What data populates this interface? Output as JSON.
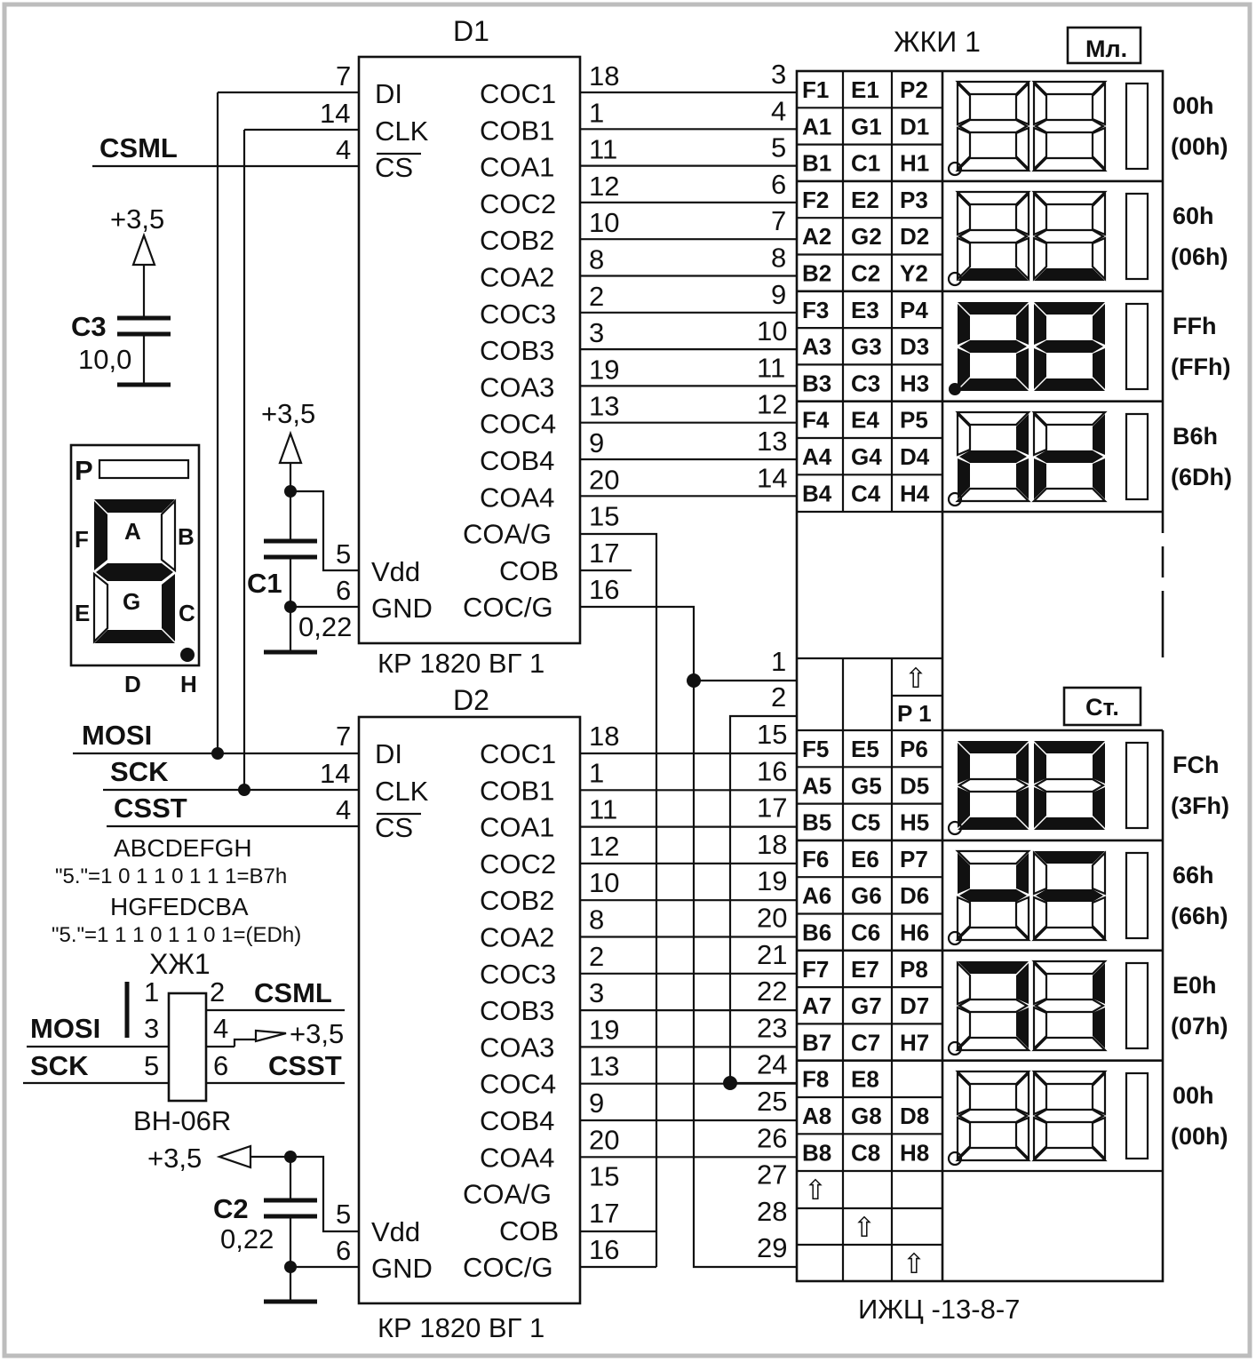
{
  "colors": {
    "ink": "#111111",
    "background": "#ffffff",
    "frame": "#bdbdbd"
  },
  "chips": [
    {
      "ref": "D1",
      "part": "КР 1820 ВГ 1",
      "left_pins": [
        {
          "num": "7",
          "name": "DI"
        },
        {
          "num": "14",
          "name": "CLK"
        },
        {
          "num": "4",
          "name": "CS"
        },
        {
          "num": "5",
          "name": "Vdd"
        },
        {
          "num": "6",
          "name": "GND"
        }
      ],
      "right_pins": [
        {
          "num": "18",
          "name": "COC1"
        },
        {
          "num": "1",
          "name": "COB1"
        },
        {
          "num": "11",
          "name": "COA1"
        },
        {
          "num": "12",
          "name": "COC2"
        },
        {
          "num": "10",
          "name": "COB2"
        },
        {
          "num": "8",
          "name": "COA2"
        },
        {
          "num": "2",
          "name": "COC3"
        },
        {
          "num": "3",
          "name": "COB3"
        },
        {
          "num": "19",
          "name": "COA3"
        },
        {
          "num": "13",
          "name": "COC4"
        },
        {
          "num": "9",
          "name": "COB4"
        },
        {
          "num": "20",
          "name": "COA4"
        },
        {
          "num": "15",
          "name": "COA/G"
        },
        {
          "num": "17",
          "name": "COB"
        },
        {
          "num": "16",
          "name": "COC/G"
        }
      ]
    },
    {
      "ref": "D2",
      "part": "КР 1820 ВГ 1",
      "left_pins": [
        {
          "num": "7",
          "name": "DI"
        },
        {
          "num": "14",
          "name": "CLK"
        },
        {
          "num": "4",
          "name": "CS"
        },
        {
          "num": "5",
          "name": "Vdd"
        },
        {
          "num": "6",
          "name": "GND"
        }
      ],
      "right_pins": [
        {
          "num": "18",
          "name": "COC1"
        },
        {
          "num": "1",
          "name": "COB1"
        },
        {
          "num": "11",
          "name": "COA1"
        },
        {
          "num": "12",
          "name": "COC2"
        },
        {
          "num": "10",
          "name": "COB2"
        },
        {
          "num": "8",
          "name": "COA2"
        },
        {
          "num": "2",
          "name": "COC3"
        },
        {
          "num": "3",
          "name": "COB3"
        },
        {
          "num": "19",
          "name": "COA3"
        },
        {
          "num": "13",
          "name": "COC4"
        },
        {
          "num": "9",
          "name": "COB4"
        },
        {
          "num": "20",
          "name": "COA4"
        },
        {
          "num": "15",
          "name": "COA/G"
        },
        {
          "num": "17",
          "name": "COB"
        },
        {
          "num": "16",
          "name": "COC/G"
        }
      ]
    }
  ],
  "signals": {
    "csml": "CSML",
    "mosi": "MOSI",
    "sck": "SCK",
    "csst": "CSST"
  },
  "capacitors": [
    {
      "ref": "C3",
      "value": "10,0",
      "supply": "+3,5"
    },
    {
      "ref": "C1",
      "value": "0,22",
      "supply": "+3,5"
    },
    {
      "ref": "C2",
      "value": "0,22",
      "supply": "+3,5"
    }
  ],
  "segment_legend": {
    "labels": [
      "P",
      "A",
      "B",
      "F",
      "G",
      "E",
      "C",
      "D",
      "H"
    ]
  },
  "encoding_notes": [
    "ABCDEFGH",
    "\"5.\"=1 0 1 1 0 1 1 1=B7h",
    "HGFEDCBA",
    "\"5.\"=1 1 1 0 1 1 0 1=(EDh)"
  ],
  "connector": {
    "ref": "ХЖ1",
    "part": "BH-06R",
    "pins": [
      "1",
      "2",
      "3",
      "4",
      "5",
      "6"
    ],
    "labels": {
      "pin2": "CSML",
      "pin3": "MOSI",
      "pin4": "+3,5",
      "pin5": "SCK",
      "pin6": "CSST"
    }
  },
  "lcd": {
    "ref": "ЖКИ 1",
    "part": "ИЖЦ -13-8-7",
    "pin_numbers_upper": [
      "3",
      "4",
      "5",
      "6",
      "7",
      "8",
      "9",
      "10",
      "11",
      "12",
      "13",
      "14"
    ],
    "pin_numbers_lower": [
      "1",
      "2",
      "15",
      "16",
      "17",
      "18",
      "19",
      "20",
      "21",
      "22",
      "23",
      "24",
      "25",
      "26",
      "27",
      "28",
      "29"
    ],
    "upper_group_label": "Мл.",
    "lower_group_label": "Ст.",
    "p1_label": "P 1",
    "upper_rows": [
      [
        "F1",
        "E1",
        "P2"
      ],
      [
        "A1",
        "G1",
        "D1"
      ],
      [
        "B1",
        "C1",
        "H1"
      ],
      [
        "F2",
        "E2",
        "P3"
      ],
      [
        "A2",
        "G2",
        "D2"
      ],
      [
        "B2",
        "C2",
        "Y2"
      ],
      [
        "F3",
        "E3",
        "P4"
      ],
      [
        "A3",
        "G3",
        "D3"
      ],
      [
        "B3",
        "C3",
        "H3"
      ],
      [
        "F4",
        "E4",
        "P5"
      ],
      [
        "A4",
        "G4",
        "D4"
      ],
      [
        "B4",
        "C4",
        "H4"
      ]
    ],
    "lower_rows": [
      [
        "F5",
        "E5",
        "P6"
      ],
      [
        "A5",
        "G5",
        "D5"
      ],
      [
        "B5",
        "C5",
        "H5"
      ],
      [
        "F6",
        "E6",
        "P7"
      ],
      [
        "A6",
        "G6",
        "D6"
      ],
      [
        "B6",
        "C6",
        "H6"
      ],
      [
        "F7",
        "E7",
        "P8"
      ],
      [
        "A7",
        "G7",
        "D7"
      ],
      [
        "B7",
        "C7",
        "H7"
      ],
      [
        "F8",
        "E8",
        ""
      ],
      [
        "A8",
        "G8",
        "D8"
      ],
      [
        "B8",
        "C8",
        "H8"
      ]
    ],
    "digit_codes": [
      {
        "code": "00h",
        "alt": "(00h)"
      },
      {
        "code": "60h",
        "alt": "(06h)"
      },
      {
        "code": "FFh",
        "alt": "(FFh)"
      },
      {
        "code": "B6h",
        "alt": "(6Dh)"
      },
      {
        "code": "FCh",
        "alt": "(3Fh)"
      },
      {
        "code": "66h",
        "alt": "(66h)"
      },
      {
        "code": "E0h",
        "alt": "(07h)"
      },
      {
        "code": "00h",
        "alt": "(00h)"
      }
    ],
    "digit_segments_lit": [
      {
        "left": [],
        "right": [],
        "dot": false
      },
      {
        "left": [
          "D"
        ],
        "right": [
          "D"
        ],
        "dot": false
      },
      {
        "left": [
          "A",
          "B",
          "C",
          "D",
          "E",
          "F",
          "G"
        ],
        "right": [
          "A",
          "B",
          "C",
          "D",
          "E",
          "F",
          "G"
        ],
        "dot": true
      },
      {
        "left": [
          "B",
          "C",
          "E",
          "G"
        ],
        "right": [
          "B",
          "C",
          "E",
          "G"
        ],
        "dot": false
      },
      {
        "left": [
          "A",
          "B",
          "C",
          "D",
          "E",
          "F"
        ],
        "right": [
          "A",
          "B",
          "C",
          "D",
          "E",
          "F"
        ],
        "dot": false
      },
      {
        "left": [
          "B",
          "F",
          "G"
        ],
        "right": [
          "A",
          "G"
        ],
        "dot": false
      },
      {
        "left": [
          "A",
          "B",
          "C"
        ],
        "right": [
          "B",
          "C"
        ],
        "dot": false
      },
      {
        "left": [],
        "right": [],
        "dot": false
      }
    ]
  }
}
